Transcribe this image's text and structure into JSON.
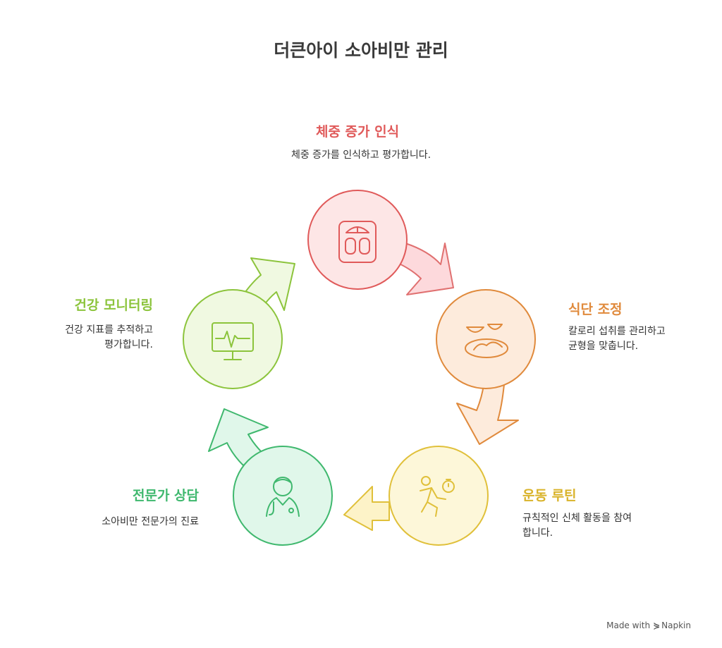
{
  "title": "더큰아이 소아비만 관리",
  "steps": [
    {
      "title": "체중 증가 인식",
      "desc_lines": [
        "체중 증가를 인식하고 평가합니다."
      ],
      "color": "#e05a5a",
      "fill": "#fde6e6",
      "icon": "scale-icon"
    },
    {
      "title": "식단 조정",
      "desc_lines": [
        "칼로리 섭취를 관리하고",
        "균형을 맞춥니다."
      ],
      "color": "#e08a3c",
      "fill": "#fdebdc",
      "icon": "food-bowls-icon"
    },
    {
      "title": "운동 루틴",
      "desc_lines": [
        "규칙적인 신체 활동을 참여",
        "합니다."
      ],
      "color": "#e0c03a",
      "fill": "#fdf7d9",
      "icon": "running-stopwatch-icon"
    },
    {
      "title": "전문가 상담",
      "desc_lines": [
        "소아비만 전문가의 진료"
      ],
      "color": "#3fb86e",
      "fill": "#e0f7ea",
      "icon": "doctor-icon"
    },
    {
      "title": "건강 모니터링",
      "desc_lines": [
        "건강 지표를 추적하고",
        "평가합니다."
      ],
      "color": "#8cc43c",
      "fill": "#f0f9e1",
      "icon": "health-monitor-icon"
    }
  ],
  "watermark": {
    "prefix": "Made with",
    "brand": "Napkin"
  }
}
